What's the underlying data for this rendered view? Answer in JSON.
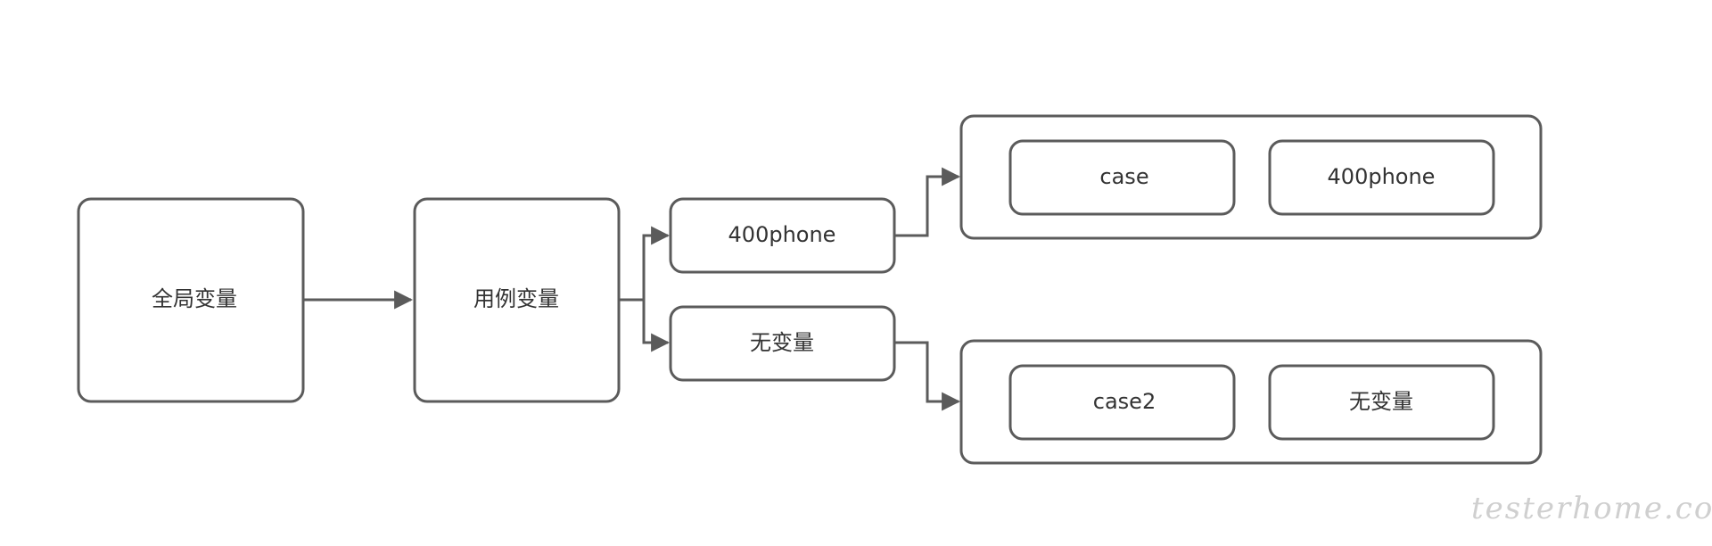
{
  "nodes": {
    "global_vars": "全局变量",
    "case_vars": "用例变量",
    "branch_400phone": "400phone",
    "branch_no_vars": "无变量"
  },
  "groups": {
    "top": {
      "left_label": "case",
      "right_label": "400phone"
    },
    "bottom": {
      "left_label": "case2",
      "right_label": "无变量"
    }
  },
  "watermark": "testerhome.com",
  "colors": {
    "stroke": "#5b5b5b",
    "text": "#333333",
    "background": "#ffffff",
    "watermark": "#cfcfcf"
  }
}
